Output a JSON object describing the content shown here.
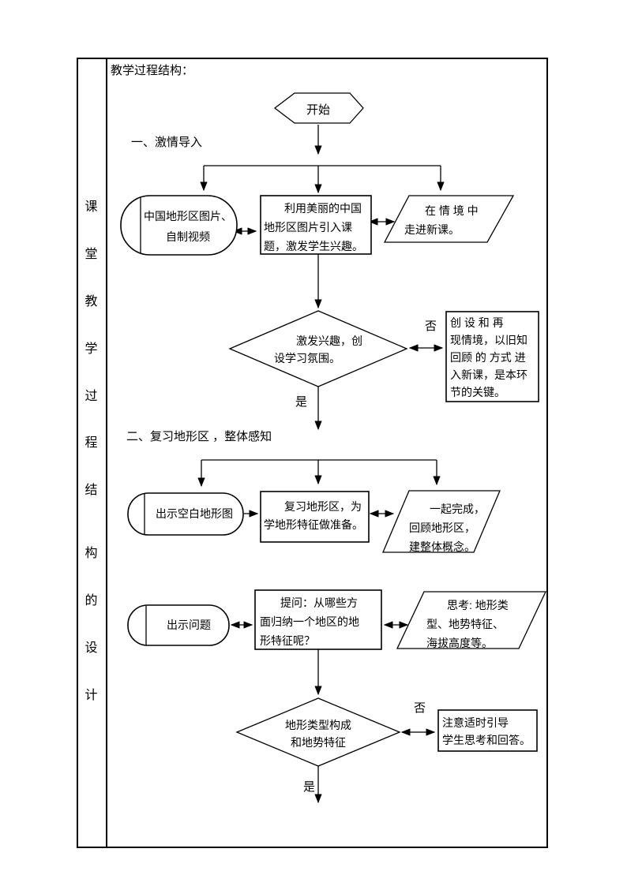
{
  "page": {
    "title": "教学过程结构："
  },
  "sidebar": {
    "vertical_text": "课堂教学过程结构的设计",
    "chars": [
      "课",
      "堂",
      "教",
      "学",
      "过",
      "程",
      "结",
      "构",
      "的",
      "设",
      "计"
    ]
  },
  "flowchart": {
    "start_label": "开始",
    "section1_label": "一、激情导入",
    "section2_label": "二、复习地形区 ，整体感知",
    "row1": {
      "media": "中国地形区图片、\n自制视频",
      "process": "利用美丽的中国\n地形区图片引入课\n题，激发学生兴趣。",
      "io": "在 情 境 中\n走进新课。"
    },
    "decision1": {
      "text": "激发兴趣，创\n设学习氛围。",
      "no_label": "否",
      "yes_label": "是",
      "note": "创 设 和 再\n现情境，以旧知\n回顾 的 方式 进\n入新课，是本环\n节的关键。"
    },
    "row2": {
      "media": "出示空白地形图",
      "process": "复习地形区，为\n学地形特征做准备。",
      "io": "一起完成，\n回顾地形区，\n建整体概念。"
    },
    "row3": {
      "media": "出示问题",
      "process": "提问：从哪些方\n面归纳一个地区的地\n形特征呢？",
      "io": "思考: 地形类\n型、地势特征、\n海拔高度等。"
    },
    "decision2": {
      "text": "地形类型构成\n和地势特征",
      "no_label": "否",
      "yes_label": "是",
      "note": "注意适时引导\n学生思考和回答。"
    }
  }
}
